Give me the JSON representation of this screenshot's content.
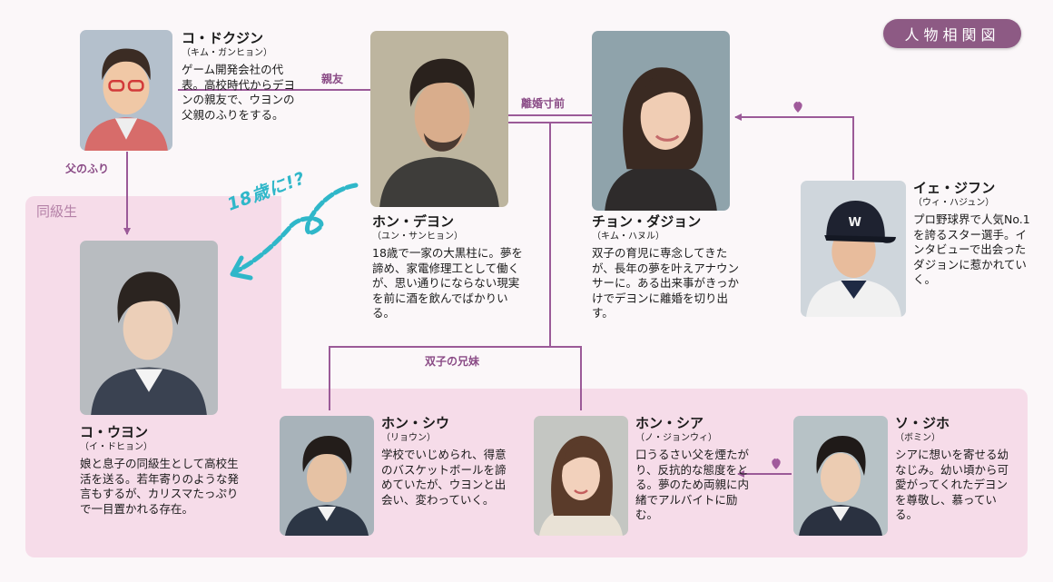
{
  "badge": "人物相関図",
  "region_label": "同級生",
  "tag": "18歳に!?",
  "relations": {
    "shinyu": "親友",
    "chichi_no_furi": "父のふり",
    "rikon": "離婚寸前",
    "futago": "双子の兄妹"
  },
  "people": {
    "dokujin": {
      "name": "コ・ドクジン",
      "reading": "（キム・ガンヒョン）",
      "desc": "ゲーム開発会社の代表。高校時代からデヨンの親友で、ウヨンの父親のふりをする。"
    },
    "deyon": {
      "name": "ホン・デヨン",
      "reading": "（ユン・サンヒョン）",
      "desc": "18歳で一家の大黒柱に。夢を諦め、家電修理工として働くが、思い通りにならない現実を前に酒を飲んでばかりいる。"
    },
    "dajon": {
      "name": "チョン・ダジョン",
      "reading": "（キム・ハヌル）",
      "desc": "双子の育児に専念してきたが、長年の夢を叶えアナウンサーに。ある出来事がきっかけでデヨンに離婚を切り出す。"
    },
    "jifun": {
      "name": "イェ・ジフン",
      "reading": "（ウィ・ハジュン）",
      "desc": "プロ野球界で人気No.1を誇るスター選手。インタビューで出会ったダジョンに惹かれていく。"
    },
    "uyon": {
      "name": "コ・ウヨン",
      "reading": "（イ・ドヒョン）",
      "desc": "娘と息子の同級生として高校生活を送る。若年寄りのような発言もするが、カリスマたっぷりで一目置かれる存在。"
    },
    "siu": {
      "name": "ホン・シウ",
      "reading": "（リョウン）",
      "desc": "学校でいじめられ、得意のバスケットボールを諦めていたが、ウヨンと出会い、変わっていく。"
    },
    "sia": {
      "name": "ホン・シア",
      "reading": "（ノ・ジョンウィ）",
      "desc": "口うるさい父を煙たがり、反抗的な態度をとる。夢のため両親に内緒でアルバイトに励む。"
    },
    "jiho": {
      "name": "ソ・ジホ",
      "reading": "（ボミン）",
      "desc": "シアに想いを寄せる幼なじみ。幼い頃から可愛がってくれたデヨンを尊敬し、慕っている。"
    }
  },
  "colors": {
    "accent": "#8d5a84",
    "relation_line": "#9b5a98",
    "region": "#f6dce9",
    "tag": "#2fb7c9"
  }
}
